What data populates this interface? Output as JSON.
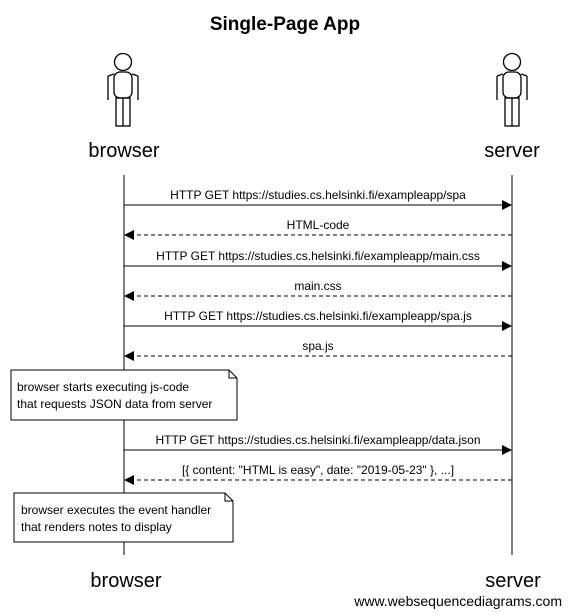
{
  "title": "Single-Page App",
  "actors": {
    "browser": "browser",
    "server": "server"
  },
  "messages": [
    {
      "from": "browser",
      "to": "server",
      "style": "solid",
      "label": "HTTP GET https://studies.cs.helsinki.fi/exampleapp/spa"
    },
    {
      "from": "server",
      "to": "browser",
      "style": "dashed",
      "label": "HTML-code"
    },
    {
      "from": "browser",
      "to": "server",
      "style": "solid",
      "label": "HTTP GET https://studies.cs.helsinki.fi/exampleapp/main.css"
    },
    {
      "from": "server",
      "to": "browser",
      "style": "dashed",
      "label": "main.css"
    },
    {
      "from": "browser",
      "to": "server",
      "style": "solid",
      "label": "HTTP GET https://studies.cs.helsinki.fi/exampleapp/spa.js"
    },
    {
      "from": "server",
      "to": "browser",
      "style": "dashed",
      "label": "spa.js"
    },
    {
      "from": "browser",
      "to": "server",
      "style": "solid",
      "label": "HTTP GET https://studies.cs.helsinki.fi/exampleapp/data.json"
    },
    {
      "from": "server",
      "to": "browser",
      "style": "dashed",
      "label": "[{ content: \"HTML is easy\", date: \"2019-05-23\" }, ...]"
    }
  ],
  "notes": [
    {
      "lines": [
        "browser starts executing js-code",
        "that requests JSON data from server"
      ]
    },
    {
      "lines": [
        "browser executes the event handler",
        "that renders notes to display"
      ]
    }
  ],
  "footer": "www.websequencediagrams.com"
}
